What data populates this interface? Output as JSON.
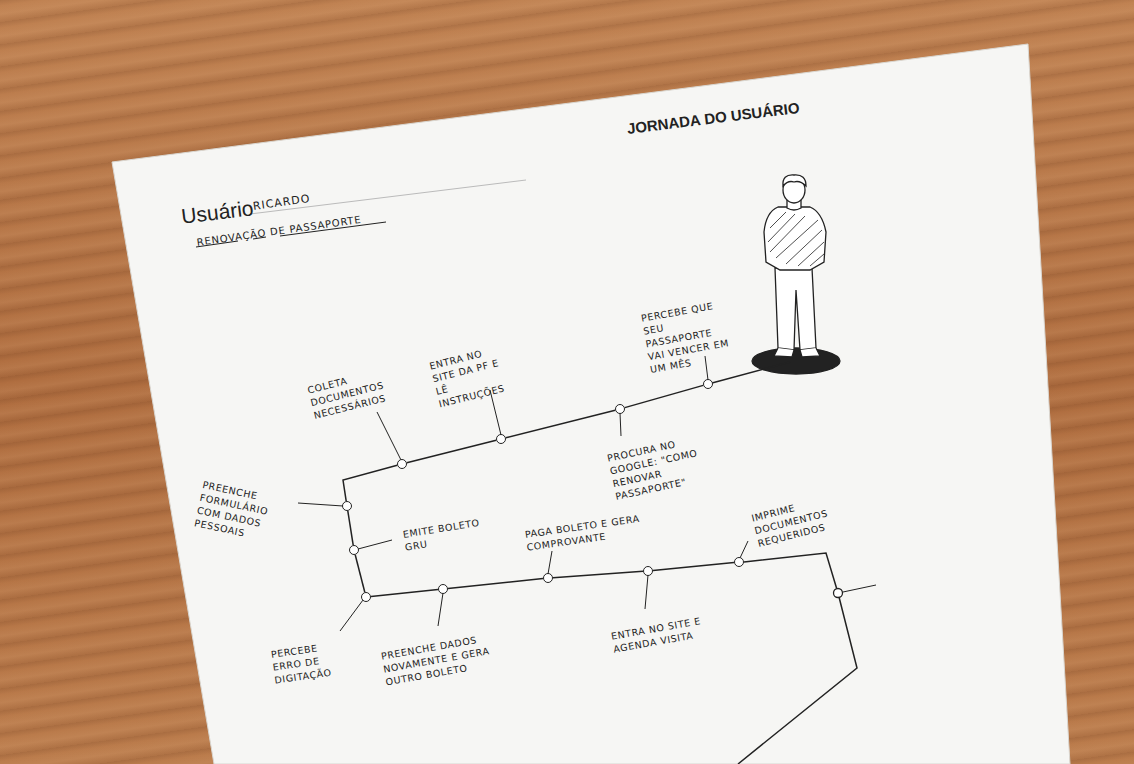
{
  "diagram": {
    "title": "JORNADA DO USUÁRIO",
    "nodes": [
      {
        "text": [
          "PERCEBE QUE SEU PASSAPORTE VAI VENCER EM UM MÊS"
        ]
      },
      {
        "text": [
          "PROCURA NO GOOGLE: \"COMO RENOVAR PASSAPORTE\""
        ]
      },
      {
        "text": [
          "ENTRA NO SITE DA PF E LÊ INSTRUÇÕES"
        ]
      },
      {
        "text": [
          "COLETA DOCUMENTOS NECESSÁRIOS"
        ]
      },
      {
        "text": [
          "PREENCHE FORMULÁRIO COM DADOS PESSOAIS"
        ]
      },
      {
        "text": [
          "EMITE BOLETO GRU"
        ]
      },
      {
        "text": [
          "PERCEBE ERRO DE DIGITAÇÃO"
        ]
      },
      {
        "text": [
          "PREENCHE DADOS NOVAMENTE E GERA OUTRO BOLETO"
        ]
      },
      {
        "text": [
          "PAGA BOLETO E GERA COMPROVANTE"
        ]
      },
      {
        "text": [
          "ENTRA NO SITE E AGENDA VISITA"
        ]
      },
      {
        "text": [
          "IMPRIME DOCUMENTOS REQUERIDOS"
        ]
      }
    ],
    "edges": [
      {
        "from": 0,
        "to": 1,
        "arrow": "none"
      },
      {
        "from": 1,
        "to": 2,
        "arrow": "none"
      },
      {
        "from": 2,
        "to": 3,
        "arrow": "none"
      },
      {
        "from": 3,
        "to": 4,
        "arrow": "none"
      },
      {
        "from": 4,
        "to": 5,
        "arrow": "none"
      },
      {
        "from": 5,
        "to": 6,
        "arrow": "none"
      },
      {
        "from": 6,
        "to": 7,
        "arrow": "none"
      },
      {
        "from": 7,
        "to": 8,
        "arrow": "none"
      },
      {
        "from": 8,
        "to": 9,
        "arrow": "none"
      },
      {
        "from": 9,
        "to": 10,
        "arrow": "none"
      }
    ],
    "labels": [
      "Usuário",
      "RICARDO",
      "RENOVAÇÃO DE PASSAPORTE"
    ]
  }
}
